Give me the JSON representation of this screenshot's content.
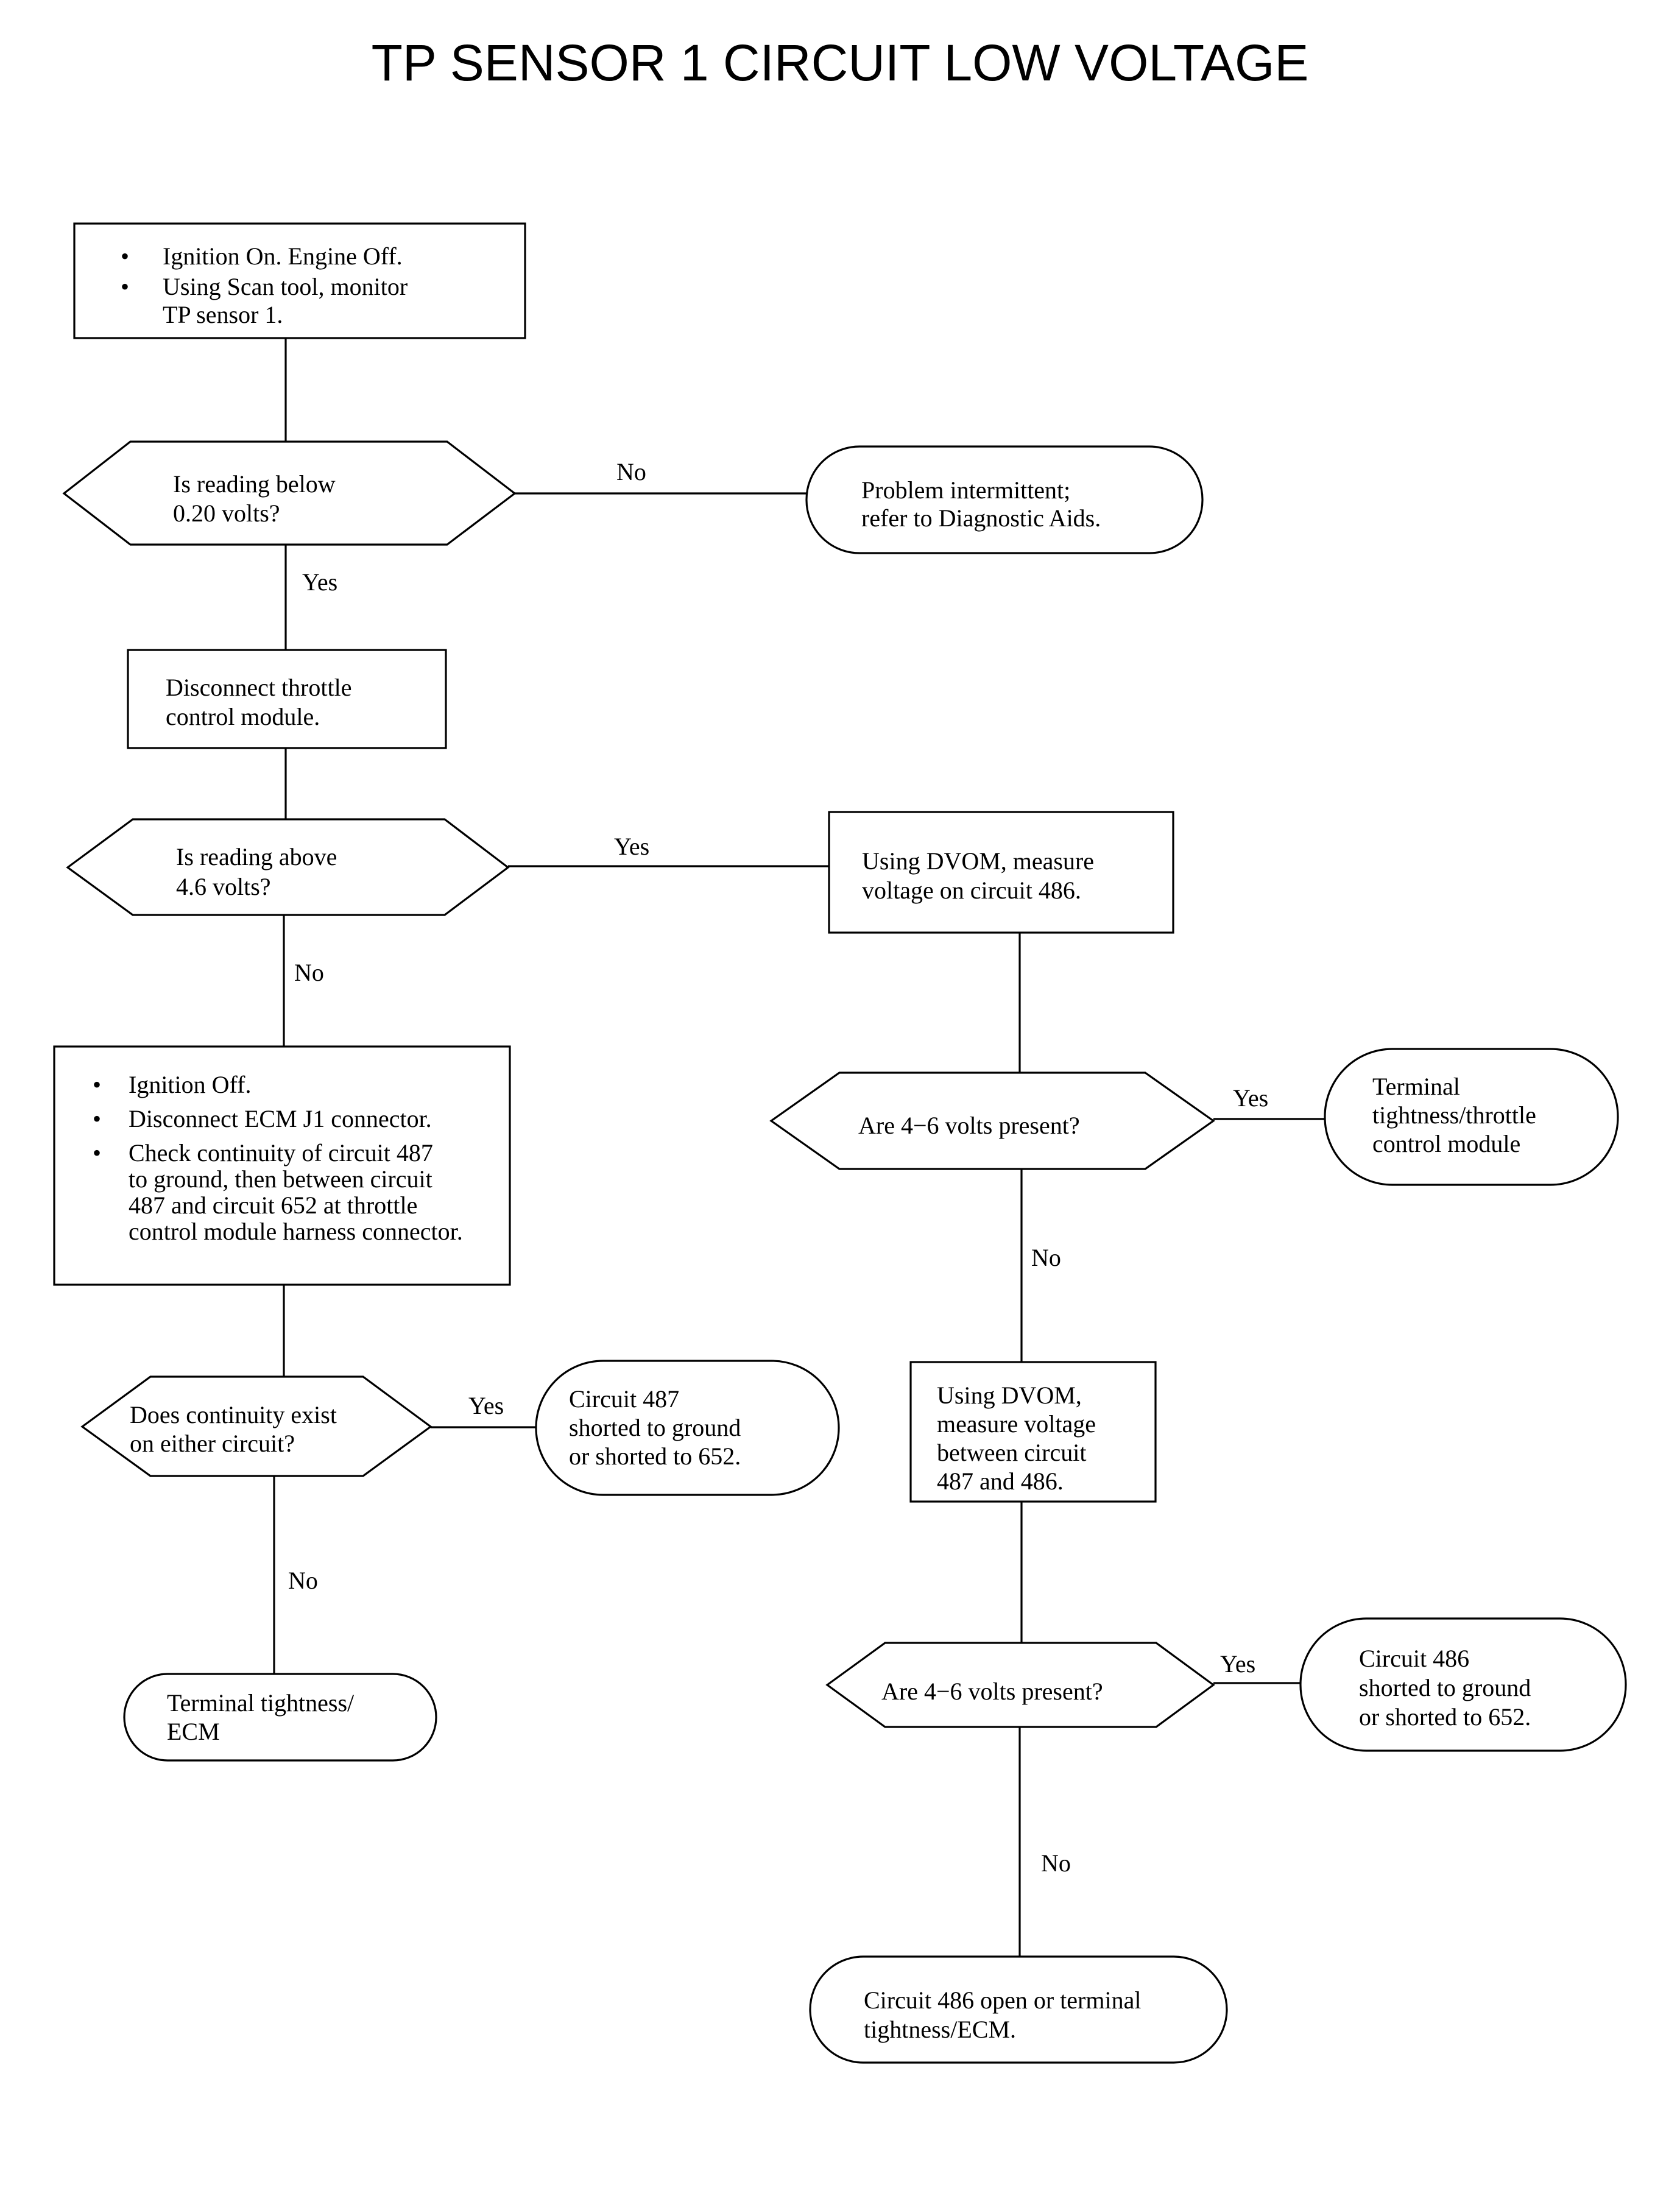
{
  "title": "TP SENSOR 1 CIRCUIT LOW VOLTAGE",
  "nodes": {
    "start": {
      "type": "process",
      "bullets": [
        [
          "Ignition On. Engine Off."
        ],
        [
          "Using Scan tool, monitor",
          "TP sensor 1."
        ]
      ]
    },
    "q_below": {
      "type": "decision",
      "lines": [
        "Is reading below",
        "0.20 volts?"
      ]
    },
    "intermittent": {
      "type": "terminal",
      "lines": [
        "Problem intermittent;",
        "refer to Diagnostic Aids."
      ]
    },
    "disconnect": {
      "type": "process",
      "lines": [
        "Disconnect throttle",
        "control module."
      ]
    },
    "q_above": {
      "type": "decision",
      "lines": [
        "Is reading above",
        "4.6 volts?"
      ]
    },
    "dvom486": {
      "type": "process",
      "lines": [
        "Using DVOM, measure",
        "voltage on circuit 486."
      ]
    },
    "ignition_off": {
      "type": "process",
      "bullets": [
        [
          "Ignition Off."
        ],
        [
          "Disconnect ECM J1 connector."
        ],
        [
          "Check continuity of circuit 487",
          "to ground, then between circuit",
          "487 and circuit 652 at throttle",
          "control module harness connector."
        ]
      ]
    },
    "q_volts1": {
      "type": "decision",
      "lines": [
        "Are 4−6 volts present?"
      ]
    },
    "tightness_throttle": {
      "type": "terminal",
      "lines": [
        "Terminal",
        "tightness/throttle",
        "control module"
      ]
    },
    "q_continuity": {
      "type": "decision",
      "lines": [
        "Does continuity exist",
        "on either circuit?"
      ]
    },
    "c487_short": {
      "type": "terminal",
      "lines": [
        "Circuit 487",
        "shorted to ground",
        "or shorted to 652."
      ]
    },
    "dvom487_486": {
      "type": "process",
      "lines": [
        "Using DVOM,",
        "measure voltage",
        "between circuit",
        "487 and 486."
      ]
    },
    "tightness_ecm": {
      "type": "terminal",
      "lines": [
        "Terminal tightness/",
        "ECM"
      ]
    },
    "q_volts2": {
      "type": "decision",
      "lines": [
        "Are 4−6 volts present?"
      ]
    },
    "c486_short": {
      "type": "terminal",
      "lines": [
        "Circuit 486",
        "shorted to ground",
        "or shorted to 652."
      ]
    },
    "c486_open": {
      "type": "terminal",
      "lines": [
        "Circuit 486 open or terminal",
        "tightness/ECM."
      ]
    }
  },
  "edges": [
    {
      "from": "start",
      "to": "q_below",
      "label": ""
    },
    {
      "from": "q_below",
      "to": "intermittent",
      "label": "No"
    },
    {
      "from": "q_below",
      "to": "disconnect",
      "label": "Yes"
    },
    {
      "from": "disconnect",
      "to": "q_above",
      "label": ""
    },
    {
      "from": "q_above",
      "to": "dvom486",
      "label": "Yes"
    },
    {
      "from": "q_above",
      "to": "ignition_off",
      "label": "No"
    },
    {
      "from": "dvom486",
      "to": "q_volts1",
      "label": ""
    },
    {
      "from": "q_volts1",
      "to": "tightness_throttle",
      "label": "Yes"
    },
    {
      "from": "q_volts1",
      "to": "dvom487_486",
      "label": "No"
    },
    {
      "from": "ignition_off",
      "to": "q_continuity",
      "label": ""
    },
    {
      "from": "q_continuity",
      "to": "c487_short",
      "label": "Yes"
    },
    {
      "from": "q_continuity",
      "to": "tightness_ecm",
      "label": "No"
    },
    {
      "from": "dvom487_486",
      "to": "q_volts2",
      "label": ""
    },
    {
      "from": "q_volts2",
      "to": "c486_short",
      "label": "Yes"
    },
    {
      "from": "q_volts2",
      "to": "c486_open",
      "label": "No"
    }
  ]
}
